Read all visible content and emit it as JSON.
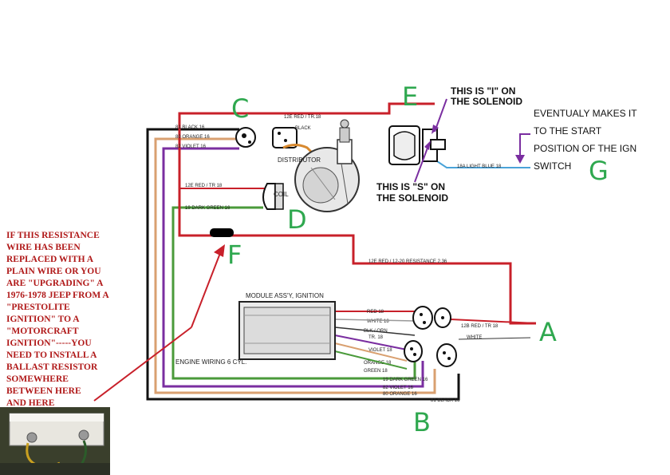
{
  "markers": {
    "A": "A",
    "B": "B",
    "C": "C",
    "D": "D",
    "E": "E",
    "F": "F",
    "G": "G"
  },
  "wire_labels": {
    "top_red": "12E RED / TR.18",
    "black_16": "81 BLACK 16",
    "orange_16": "80 ORANGE 16",
    "violet_16": "82 VIOLET 16",
    "black": "BLACK",
    "light_blue": "18A LIGHT BLUE 18",
    "resistance": "12E RED / 12-20 RESISTANCE 2.36",
    "coil_red": "12E RED / TR 18",
    "dark_green": "19 DARK GREEN 16",
    "mod_red": "RED 18",
    "mod_white": "WHITE 18",
    "mod_blk": "BLK / ORN",
    "mod_blk2": "TR. 18",
    "mod_violet": "VIOLET 18",
    "mod_orange": "ORANGE 18",
    "mod_green": "GREEN 18",
    "bot_dkgreen": "19 DARK GREEN 16",
    "bot_violet": "82 VIOLET 16",
    "bot_orange": "80 ORANGE 16",
    "bot_black": "81 BLACK 16",
    "right_red": "12B RED / TR 18",
    "white": "WHITE"
  },
  "components": {
    "distributor": "DISTRIBUTOR",
    "coil": "COIL",
    "module": "MODULE ASS'Y, IGNITION",
    "harness": "ENGINE WIRING 6 CYL."
  },
  "notes": {
    "solenoid_i": [
      "THIS IS \"I\" ON",
      "THE SOLENOID"
    ],
    "solenoid_s": [
      "THIS IS \"S\" ON",
      "THE SOLENOID"
    ],
    "ignition_start": [
      "EVENTUALY MAKES IT",
      "TO THE START",
      "POSITION OF THE IGN",
      "SWITCH"
    ]
  },
  "warning": [
    "IF THIS RESISTANCE",
    "WIRE HAS BEEN",
    "REPLACED WITH A",
    "PLAIN WIRE OR YOU",
    "ARE \"UPGRADING\" A",
    "1976-1978 JEEP FROM A",
    "\"PRESTOLITE",
    "IGNITION\" TO A",
    "\"MOTORCRAFT",
    "IGNITION\"-----YOU",
    "NEED TO INSTALL A",
    "BALLAST RESISTOR",
    "SOMEWHERE",
    "BETWEEN HERE",
    "AND HERE"
  ],
  "colors": {
    "red": "#c8202a",
    "black": "#111111",
    "orange": "#d9a070",
    "violet": "#7a2ea0",
    "green": "#4a9a3a",
    "light_blue": "#4aa3d8",
    "marker_green": "#2fa84f",
    "warning_red": "#b01818"
  }
}
